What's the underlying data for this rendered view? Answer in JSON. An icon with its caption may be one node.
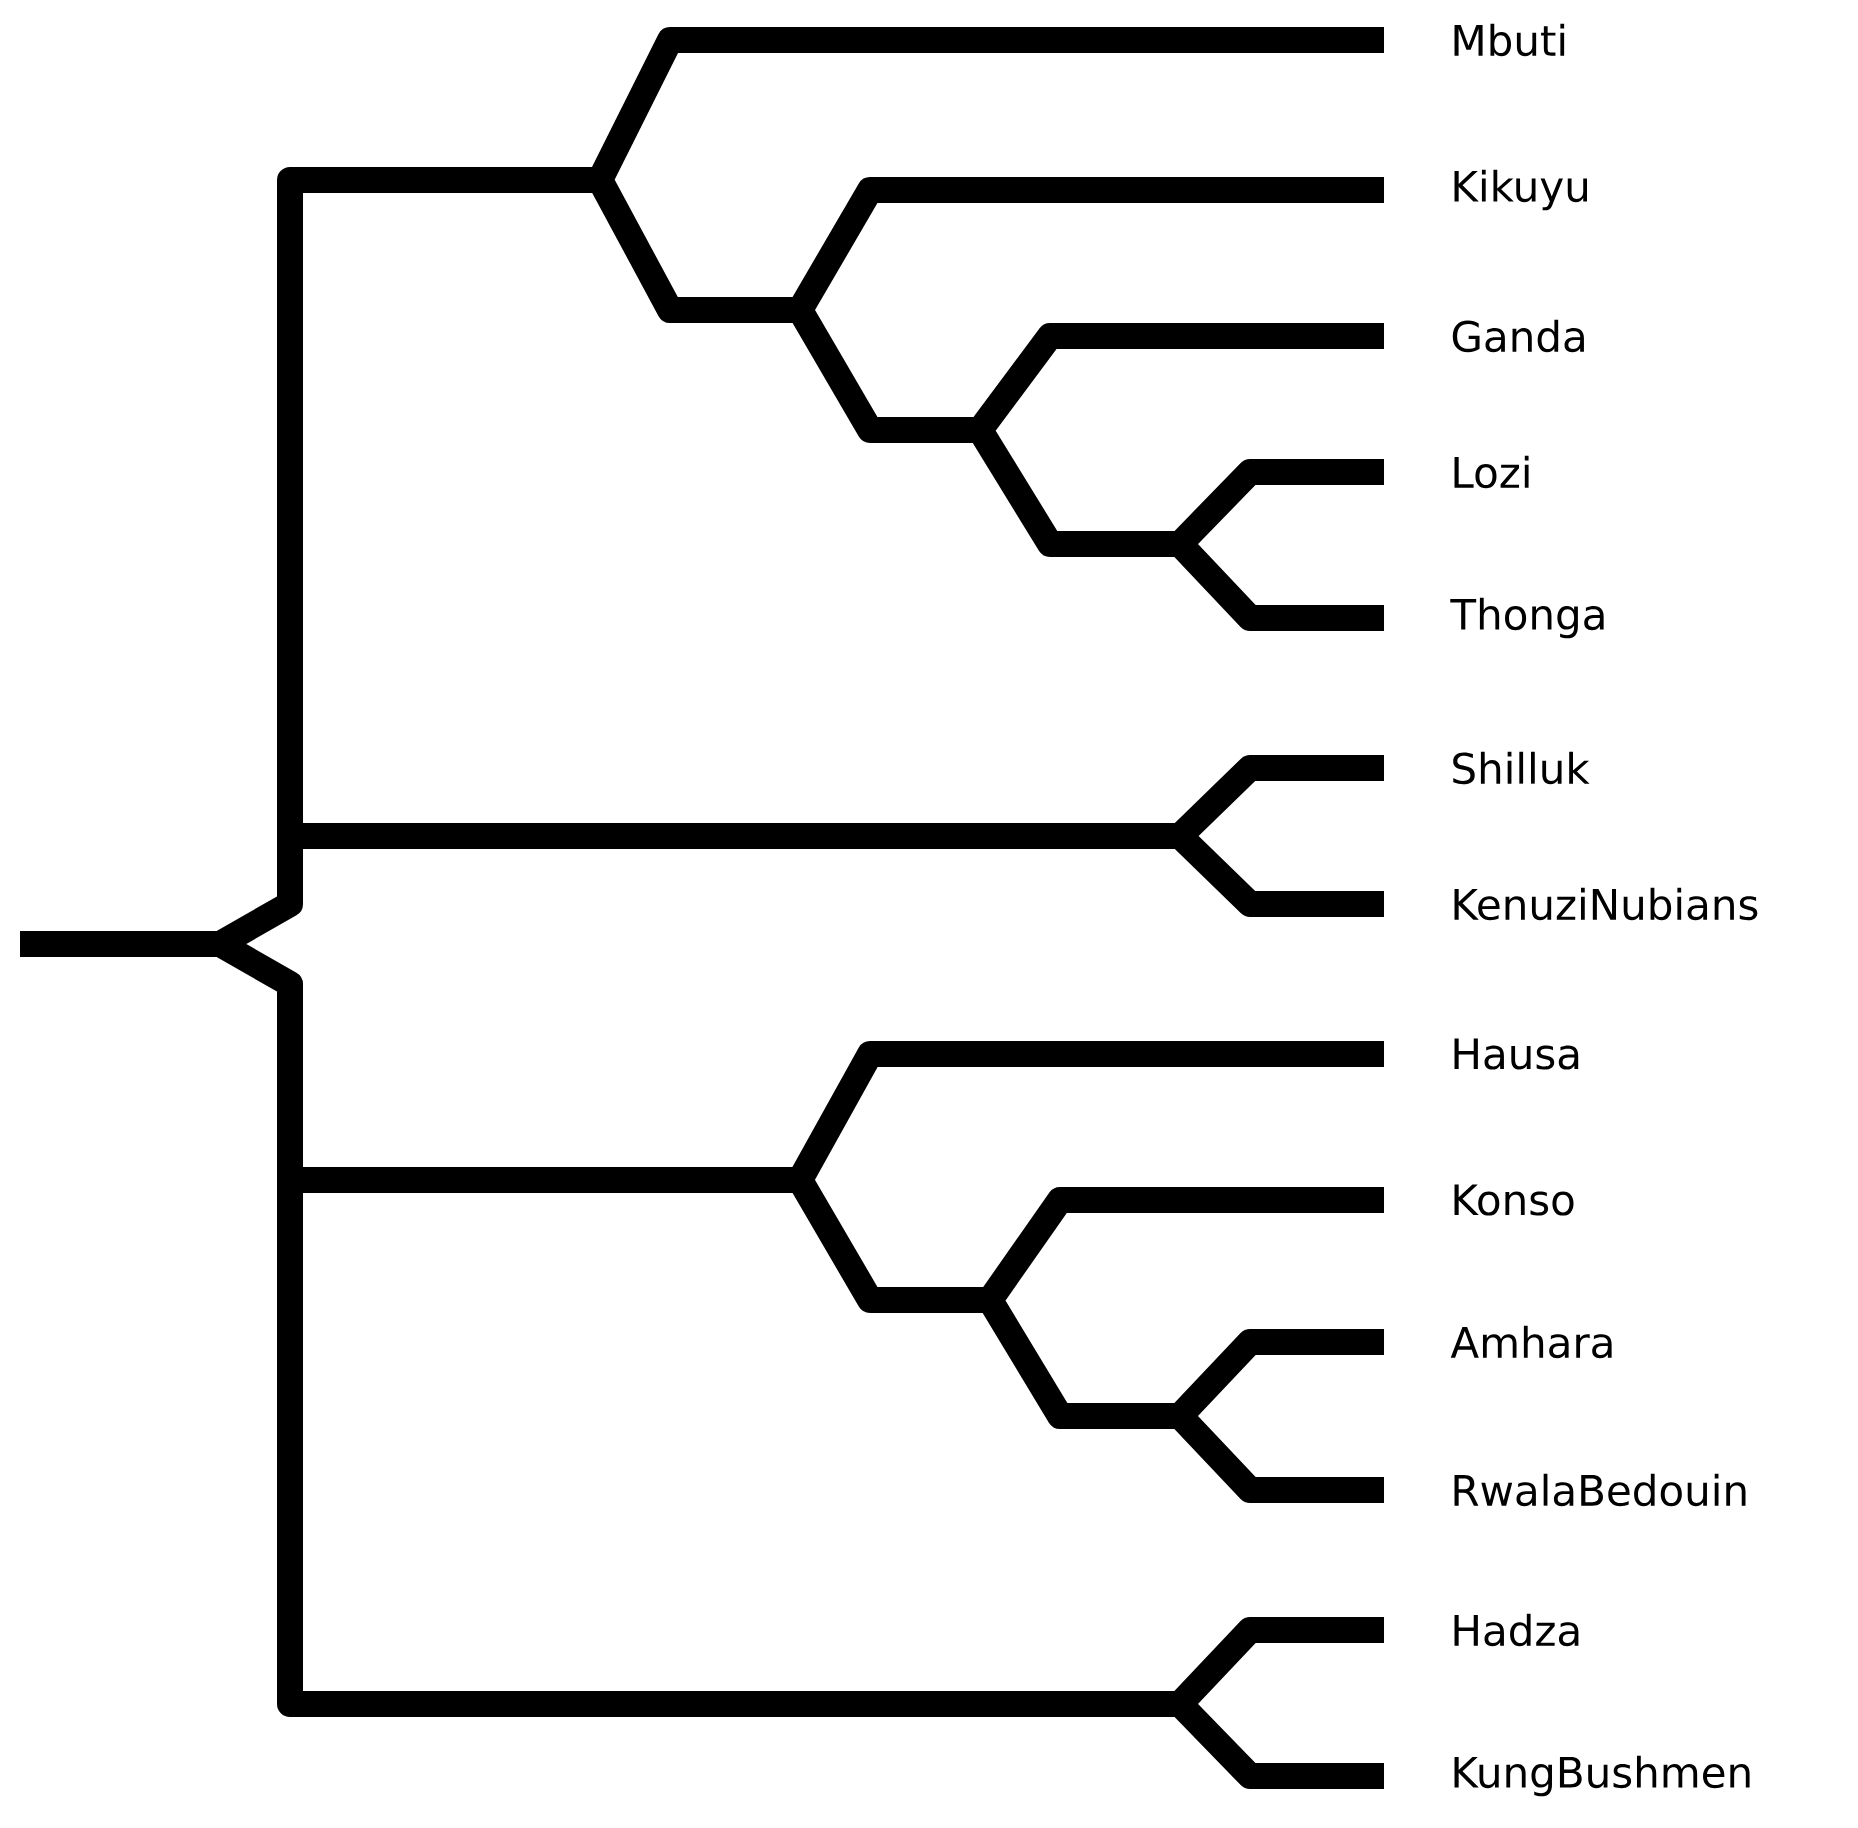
{
  "diagram": {
    "labels": [
      "Mbuti",
      "Kikuyu",
      "Ganda",
      "Lozi",
      "Thonga",
      "Shilluk",
      "KenuziNubians",
      "Hausa",
      "Konso",
      "Amhara",
      "RwalaBedouin",
      "Hadza",
      "KungBushmen"
    ]
  }
}
